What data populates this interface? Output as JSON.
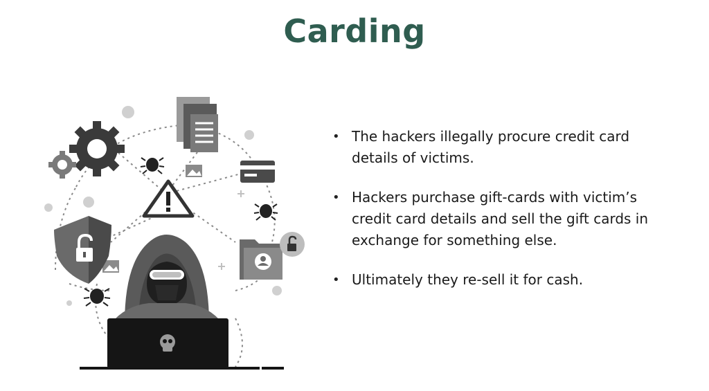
{
  "slide": {
    "title": "Carding",
    "bullets": [
      "The hackers illegally procure credit card details of victims.",
      "Hackers purchase gift-cards with victim’s credit card details and sell the gift cards in exchange for something else.",
      "Ultimately they re-sell it for cash."
    ]
  },
  "colors": {
    "title": "#2f5d50",
    "text": "#1a1a1a",
    "illustration_dark": "#2b2b2b",
    "illustration_mid": "#6e6e6e",
    "illustration_light": "#c8c8c8"
  },
  "illustration_icons": [
    "hacker-icon",
    "laptop-icon",
    "skull-icon",
    "gear-icon",
    "document-icon",
    "credit-card-icon",
    "warning-icon",
    "shield-lock-icon",
    "folder-user-icon",
    "bug-icon",
    "image-icon",
    "padlock-icon"
  ]
}
